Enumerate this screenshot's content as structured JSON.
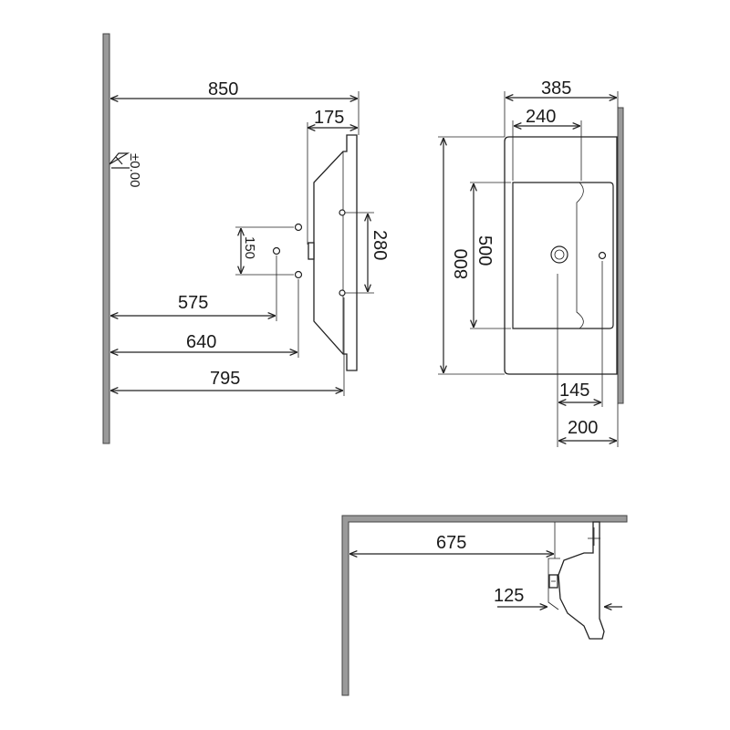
{
  "dimensions": {
    "front_total_width": "850",
    "front_depth": "175",
    "front_level": "±0.00",
    "front_tap_spacing": "150",
    "front_mount_spacing": "280",
    "front_575": "575",
    "front_640": "640",
    "front_795": "795",
    "top_depth_385": "385",
    "top_bowl_240": "240",
    "top_length_800": "800",
    "top_bowl_500": "500",
    "top_145": "145",
    "top_200": "200",
    "side_675": "675",
    "side_125": "125"
  },
  "colors": {
    "wall": "#9a9a9a",
    "line": "#222222",
    "text": "#1a1a1a"
  }
}
